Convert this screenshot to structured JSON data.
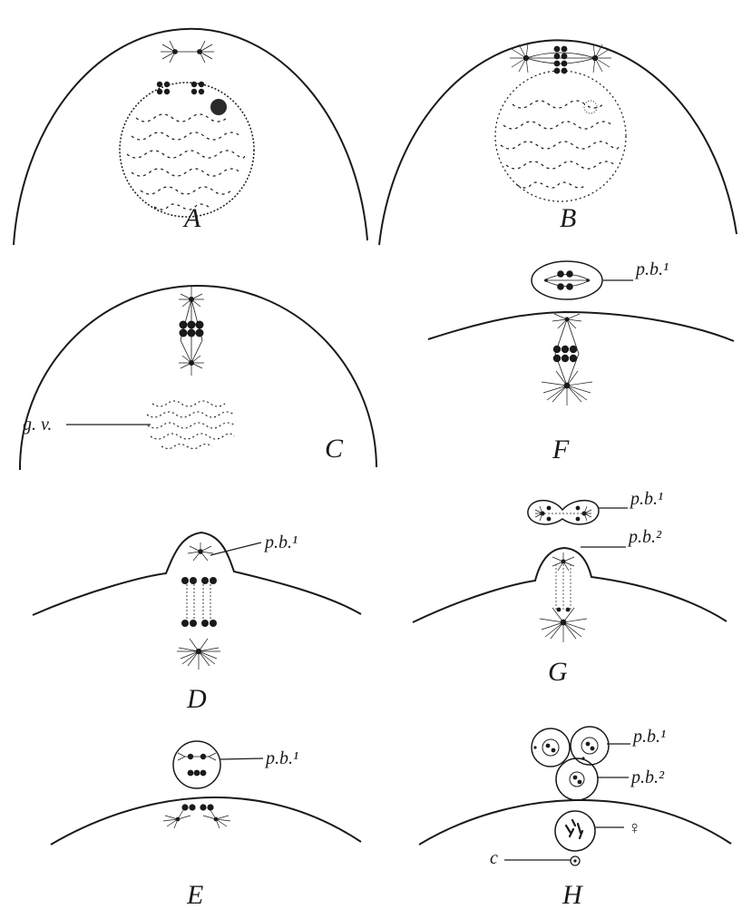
{
  "panels": {
    "A": {
      "letter": "A"
    },
    "B": {
      "letter": "B"
    },
    "C": {
      "letter": "C",
      "gv": "g. v."
    },
    "D": {
      "letter": "D",
      "pb1": "p.b.¹"
    },
    "E": {
      "letter": "E",
      "pb1": "p.b.¹"
    },
    "F": {
      "letter": "F",
      "pb1": "p.b.¹"
    },
    "G": {
      "letter": "G",
      "pb1": "p.b.¹",
      "pb2": "p.b.²"
    },
    "H": {
      "letter": "H",
      "pb1": "p.b.¹",
      "pb2": "p.b.²",
      "c": "c",
      "female": "♀"
    }
  }
}
